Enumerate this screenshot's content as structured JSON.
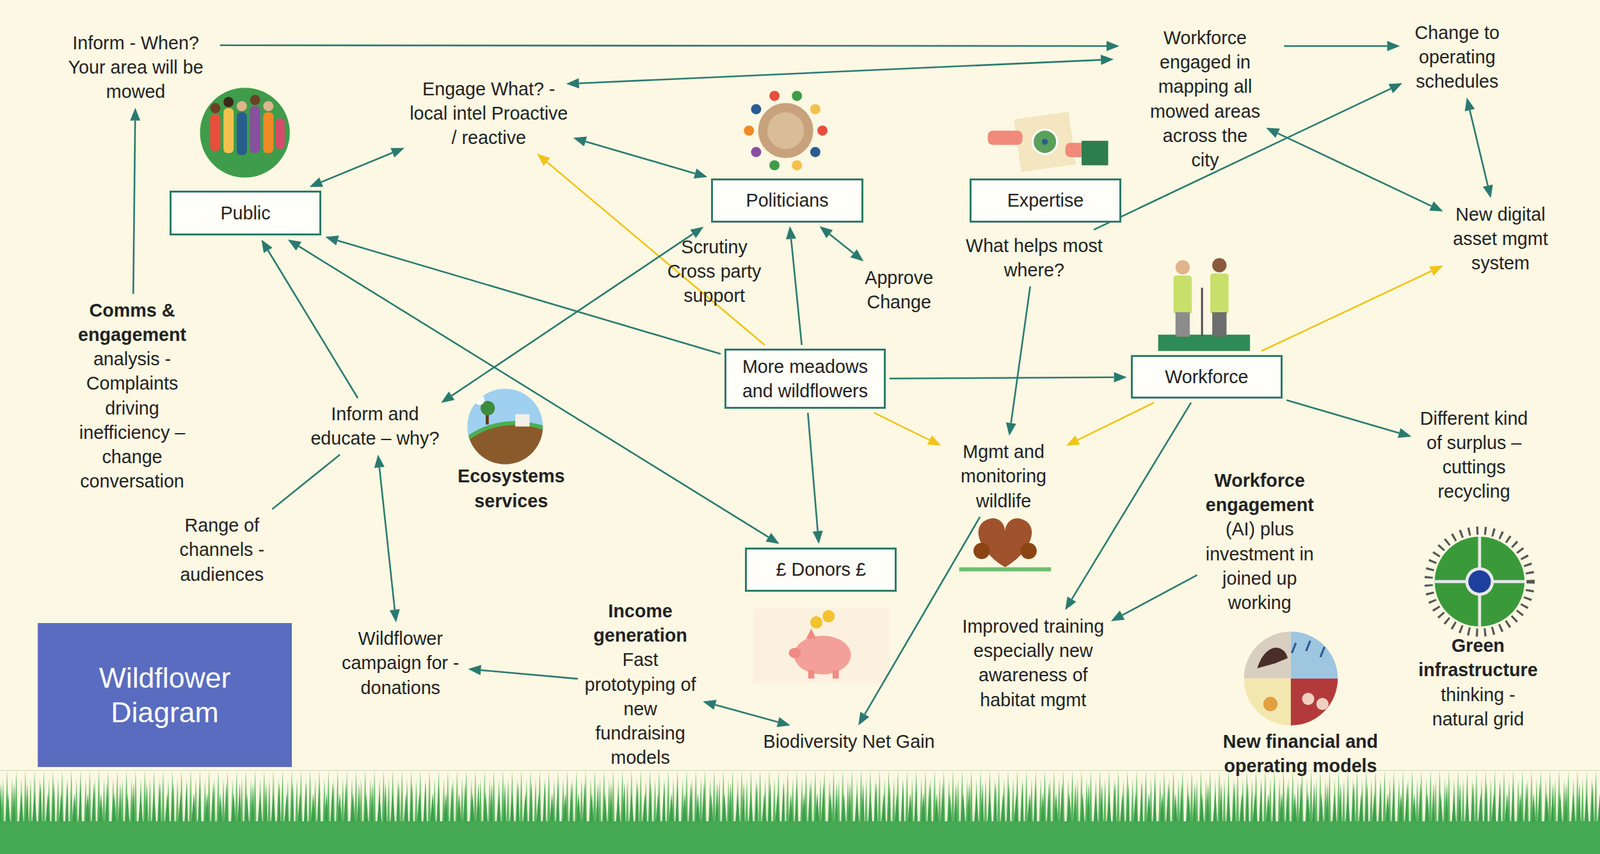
{
  "diagram": {
    "nodes": [
      {
        "text": [
          "Inform - When? Your area will be mowed"
        ]
      },
      {
        "text": [
          "Engage What? - local intel Proactive / reactive"
        ]
      },
      {
        "text": [
          "Workforce engaged in mapping all mowed areas across the city"
        ]
      },
      {
        "text": [
          "Change to operating schedules"
        ]
      },
      {
        "text": [
          "Public"
        ]
      },
      {
        "text": [
          "Politicians"
        ]
      },
      {
        "text": [
          "Expertise"
        ]
      },
      {
        "text": [
          "What helps most where?"
        ]
      },
      {
        "text": [
          "Approve Change"
        ]
      },
      {
        "text": [
          "New digital asset mgmt system"
        ]
      },
      {
        "text": [
          "Comms & engagement",
          "analysis - Complaints driving inefficiency – change conversation"
        ]
      },
      {
        "text": [
          "More meadows and wildflowers"
        ]
      },
      {
        "text": [
          "Workforce"
        ]
      },
      {
        "text": [
          "Inform and educate – why?"
        ]
      },
      {
        "text": [
          "Different kind of surplus – cuttings recycling"
        ]
      },
      {
        "text": [
          "Mgmt and monitoring wildlife"
        ]
      },
      {
        "text": [
          "Range of channels - audiences"
        ]
      },
      {
        "text": [
          "Workforce engagement",
          "(AI) plus investment in joined up working"
        ]
      },
      {
        "text": [
          "£ Donors £"
        ]
      },
      {
        "text": [
          "Wildflower campaign for - donations"
        ]
      },
      {
        "text": [
          "Income generation",
          "Fast prototyping of new fundraising models"
        ]
      },
      {
        "text": [
          "Improved training especially new awareness of habitat mgmt"
        ]
      },
      {
        "text": [
          "Biodiversity Net Gain"
        ]
      },
      {
        "text": [
          "Wildflower Diagram"
        ]
      }
    ],
    "edges": [
      {
        "from": 10,
        "to": 0,
        "arrow": "to"
      },
      {
        "from": 0,
        "to": 2,
        "arrow": "to"
      },
      {
        "from": 1,
        "to": 2,
        "arrow": "both"
      },
      {
        "from": 4,
        "to": 1,
        "arrow": "both"
      },
      {
        "from": 1,
        "to": 5,
        "arrow": "both"
      },
      {
        "from": 5,
        "to": 8,
        "arrow": "both"
      },
      {
        "from": 2,
        "to": 3,
        "arrow": "to"
      },
      {
        "from": 3,
        "to": 9,
        "arrow": "both"
      },
      {
        "from": 2,
        "to": 9,
        "arrow": "both"
      },
      {
        "from": 7,
        "to": 3,
        "arrow": "to"
      },
      {
        "from": 7,
        "to": 15,
        "arrow": "to"
      },
      {
        "from": 11,
        "to": 4,
        "arrow": "to"
      },
      {
        "from": 11,
        "to": 5,
        "arrow": "to"
      },
      {
        "from": 11,
        "to": 12,
        "arrow": "to"
      },
      {
        "from": 11,
        "to": 18,
        "arrow": "to"
      },
      {
        "from": 11,
        "to": 1,
        "arrow": "to"
      },
      {
        "from": 11,
        "to": 15,
        "arrow": "to"
      },
      {
        "from": 12,
        "to": 15,
        "arrow": "to"
      },
      {
        "from": 12,
        "to": 9,
        "arrow": "to"
      },
      {
        "from": 12,
        "to": 14,
        "arrow": "to"
      },
      {
        "from": 12,
        "to": 21,
        "arrow": "to"
      },
      {
        "from": 17,
        "to": 21,
        "arrow": "to"
      },
      {
        "from": 15,
        "to": 22,
        "arrow": "to"
      },
      {
        "from": 20,
        "to": 22,
        "arrow": "both"
      },
      {
        "from": 20,
        "to": 19,
        "arrow": "to"
      },
      {
        "from": 13,
        "to": 19,
        "arrow": "both"
      },
      {
        "from": 13,
        "to": 4,
        "arrow": "to"
      },
      {
        "from": 13,
        "to": 5,
        "arrow": "both"
      },
      {
        "from": 4,
        "to": 18,
        "arrow": "both"
      },
      {
        "from": 16,
        "to": 13,
        "arrow": "none"
      }
    ],
    "labels": [
      "Scrutiny Cross party support",
      "Ecosystems services",
      "Green infrastructure",
      "thinking - natural grid",
      "New financial and operating models"
    ]
  }
}
